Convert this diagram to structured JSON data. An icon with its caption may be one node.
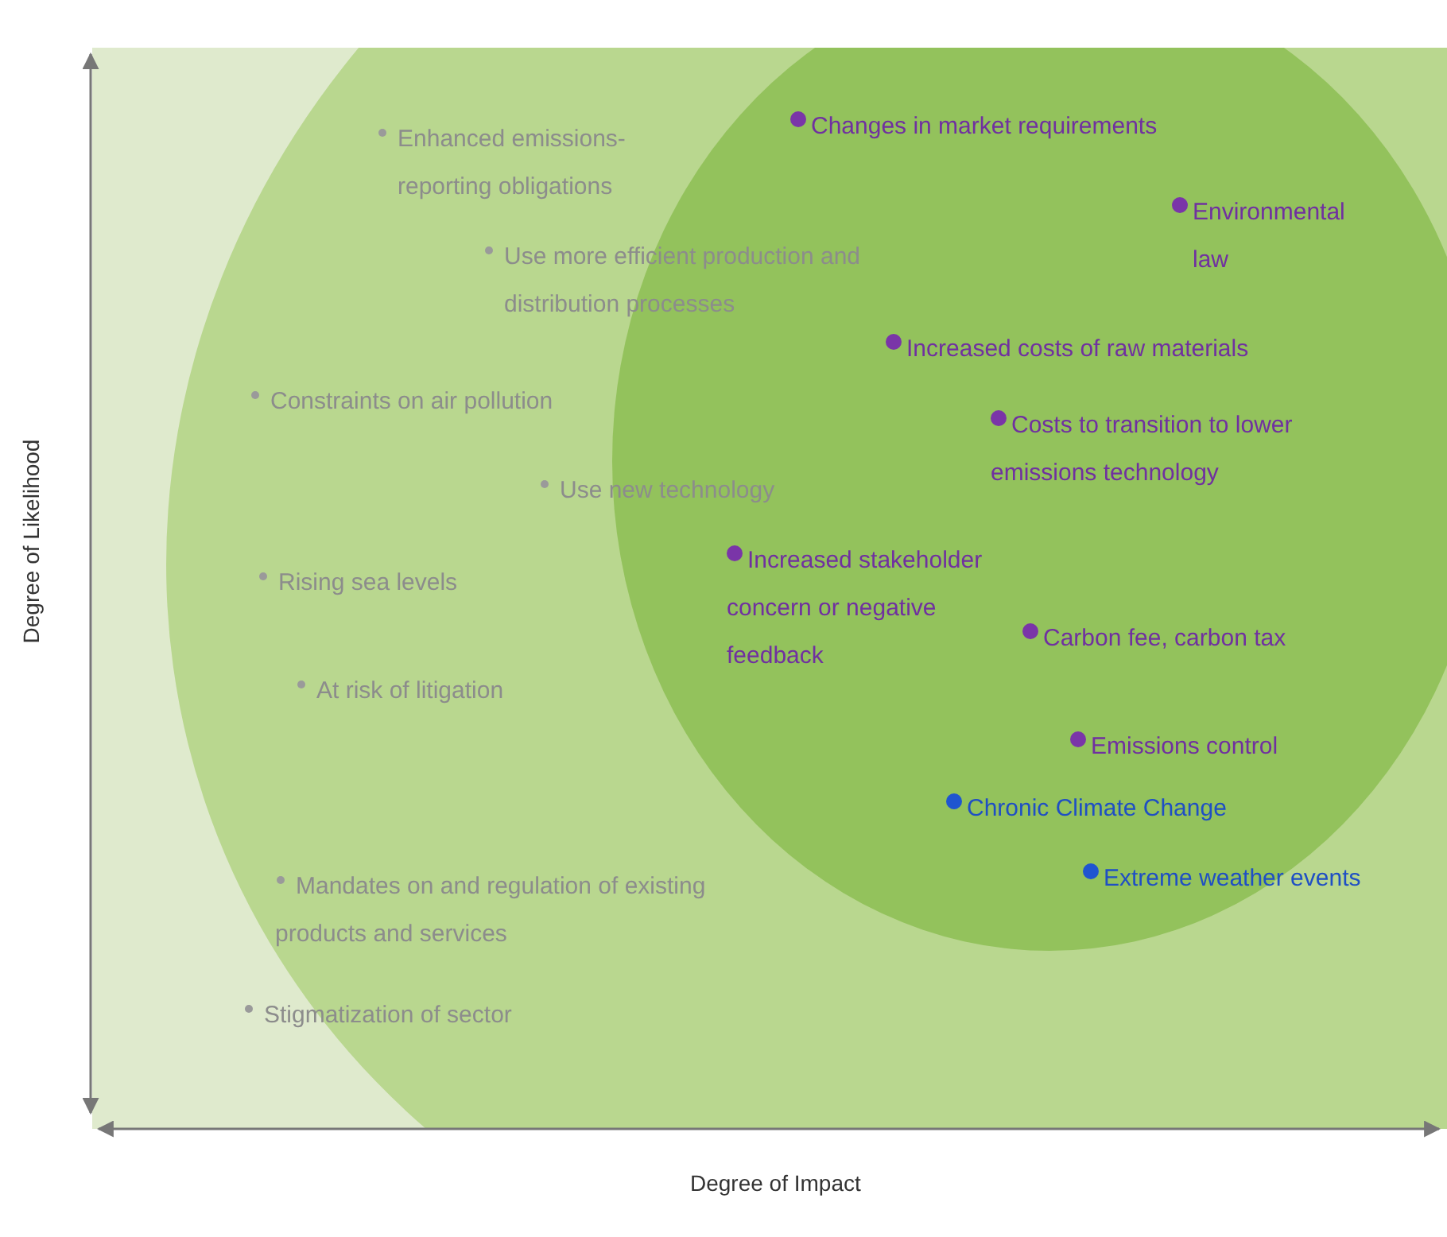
{
  "diagram": {
    "labels": [
      "Enhanced emissions-reporting obligations",
      "Changes in market requirements",
      "Environmental law",
      "Use more efficient production and distribution processes",
      "Increased costs of raw materials",
      "Constraints on air pollution",
      "Costs to transition to lower emissions technology",
      "Use new technology",
      "Rising sea levels",
      "Increased stakeholder concern or negative feedback",
      "Carbon fee, carbon tax",
      "At risk of litigation",
      "Emissions control",
      "Chronic Climate Change",
      "Extreme weather events",
      "Mandates on and regulation of existing products and services",
      "Stigmatization of sector",
      "Degree of Likelihood",
      "Degree of Impact"
    ]
  }
}
